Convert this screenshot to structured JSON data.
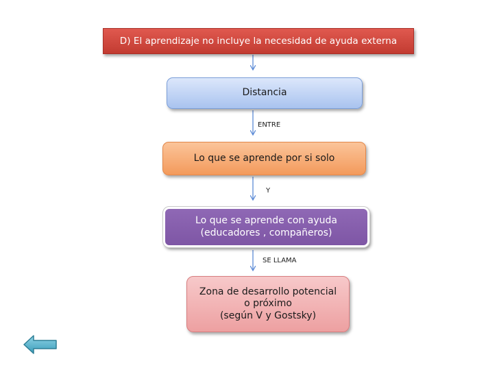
{
  "title": "D) El aprendizaje  no incluye la necesidad de ayuda externa",
  "nodes": {
    "distancia": "Distancia",
    "solo": "Lo que se aprende por si solo",
    "ayuda": "Lo que se aprende con ayuda\n(educadores , compañeros)",
    "zona": "Zona de desarrollo potencial\no próximo\n(según  V y Gostsky)"
  },
  "connectors": {
    "entre": "ENTRE",
    "y": "Y",
    "se_llama": "SE LLAMA"
  },
  "colors": {
    "title_box": "#c94238",
    "distancia_box": "#b9cff3",
    "solo_box": "#f6ab74",
    "ayuda_box": "#8560ac",
    "zona_box": "#f1b1b2",
    "arrow": "#5b8ad6",
    "back_button": "#4bacc6"
  },
  "icons": {
    "back_button": "left-arrow-icon"
  }
}
